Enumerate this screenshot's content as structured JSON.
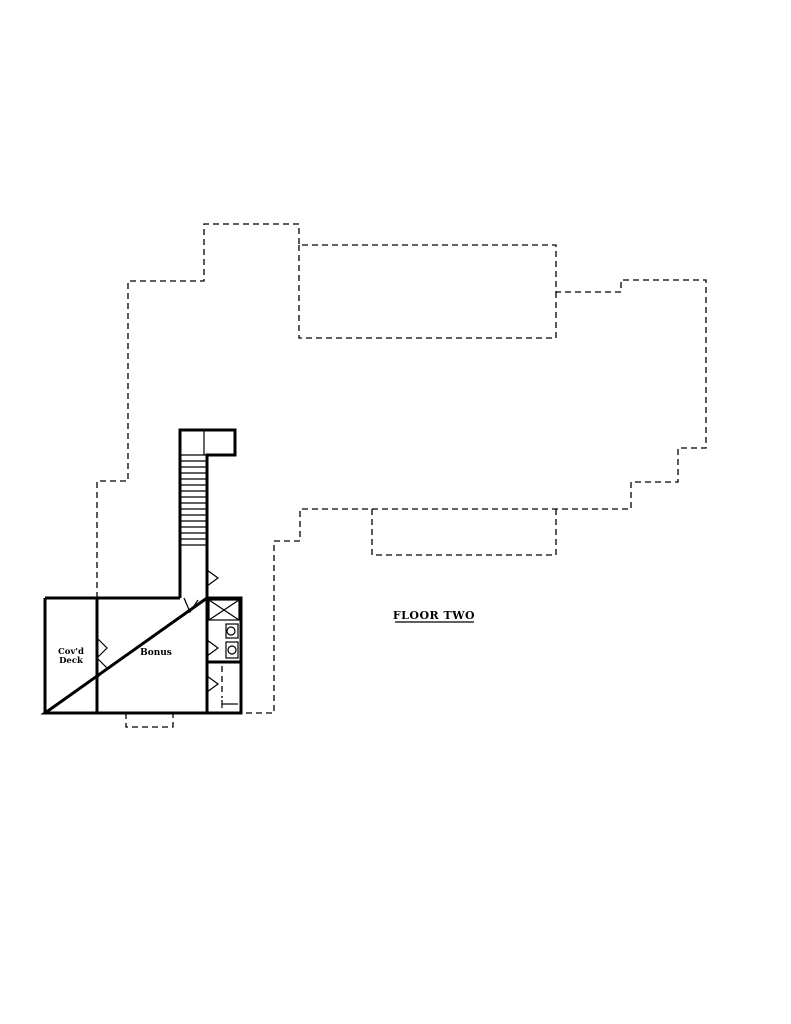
{
  "plan": {
    "title": "FLOOR TWO",
    "rooms": {
      "covd_deck_line1": "Cov'd",
      "covd_deck_line2": "Deck",
      "bonus": "Bonus"
    }
  }
}
